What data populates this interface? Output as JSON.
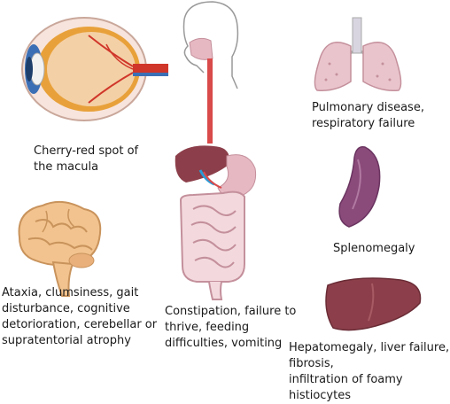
{
  "labels": {
    "eye": "Cherry-red spot of\nthe macula",
    "brain": "Ataxia, clumsiness, gait\ndisturbance, cognitive\ndetorioration, cerebellar or\nsupratentorial atrophy",
    "gi": "Constipation, failure to\nthrive, feeding\ndifficulties, vomiting",
    "lung": "Pulmonary disease,\nrespiratory failure",
    "spleen": "Splenomegaly",
    "liver": "Hepatomegaly, liver failure, fibrosis,\ninfiltration of foamy histiocytes"
  },
  "colors": {
    "eye_sclera": "#f7e4dc",
    "eye_iris": "#3b6fb5",
    "eye_vessel": "#d0362a",
    "eye_choroid": "#e8a13a",
    "brain": "#f2c38e",
    "brain_fold": "#c9935c",
    "lung": "#e9c4cc",
    "trachea": "#d8d4e0",
    "spleen": "#8a4a7a",
    "liver": "#8c3f4a",
    "intestine": "#f3d9dd",
    "stomach": "#e6b8c2",
    "esophagus": "#d94a4a",
    "skin_outline": "#999999"
  }
}
